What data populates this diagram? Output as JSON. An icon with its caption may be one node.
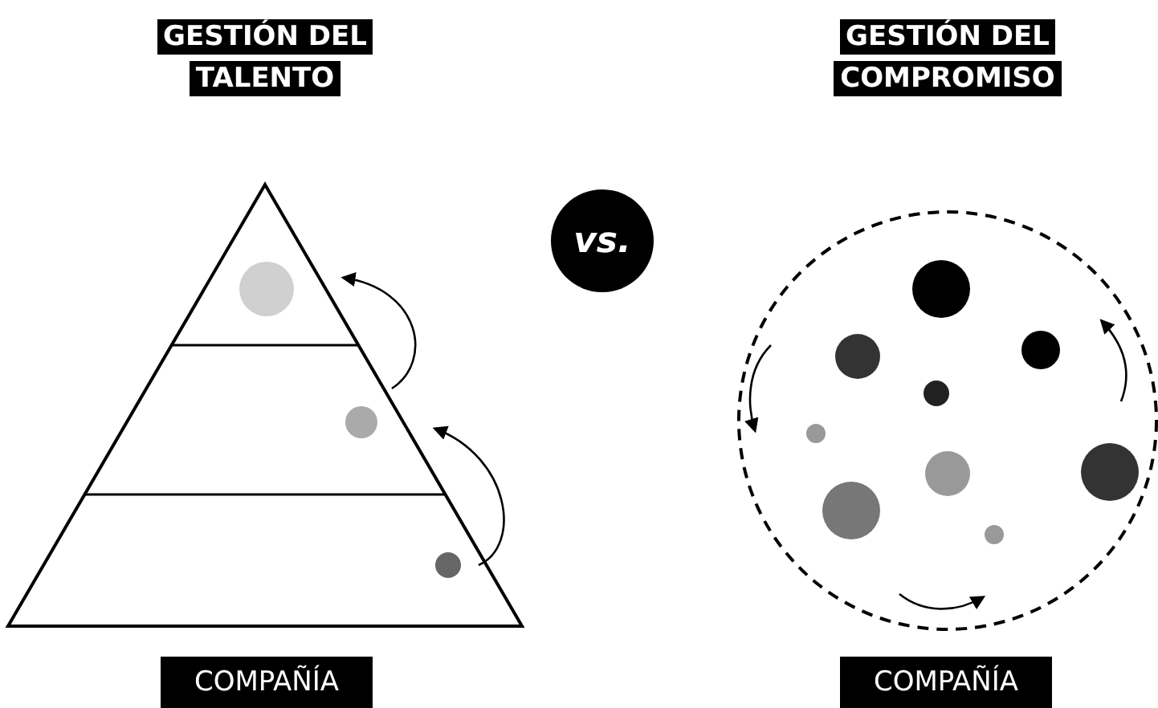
{
  "diagram": {
    "nodes": [
      {
        "text": [
          "GESTIÓN DEL TALENTO"
        ]
      },
      {
        "text": [
          "GESTIÓN DEL COMPROMISO"
        ]
      },
      {
        "text": [
          "vs."
        ]
      },
      {
        "text": [
          "COMPAÑÍA"
        ]
      },
      {
        "text": [
          "COMPAÑÍA"
        ]
      }
    ]
  }
}
